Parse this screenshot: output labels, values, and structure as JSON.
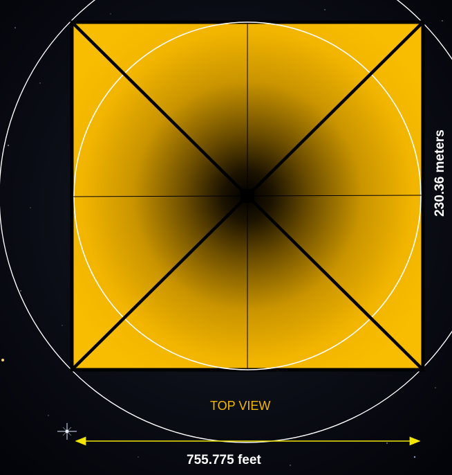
{
  "diagram": {
    "view_label": "TOP VIEW",
    "width_label": "755.775 feet",
    "height_label": "230.36 meters",
    "colors": {
      "face_fill": "#f5b800",
      "face_shadow": "#000000",
      "outline": "#000000",
      "circles": "#ffffff",
      "dimension_arrow": "#f2e600",
      "view_label": "#f5b800",
      "text": "#ffffff",
      "background": "#05070d"
    }
  }
}
